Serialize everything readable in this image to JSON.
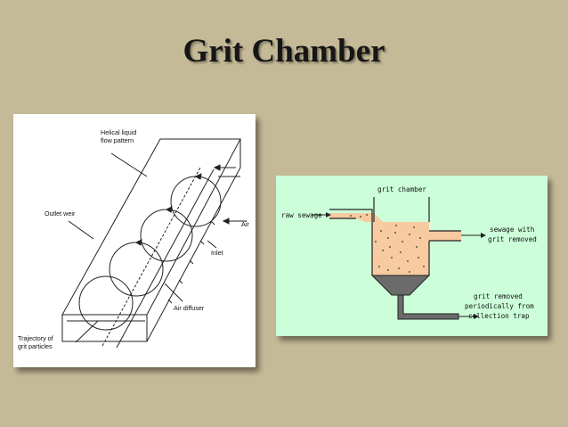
{
  "slide": {
    "title": "Grit Chamber",
    "colors": {
      "background": "#c5ba97",
      "panel_left": "#ffffff",
      "panel_right": "#ccffd9",
      "sewage": "#f7caa0",
      "grit_cone": "#6b6b6b"
    }
  },
  "left_diagram": {
    "labels": {
      "helical_line1": "Helical liquid",
      "helical_line2": "flow pattern",
      "outlet_weir": "Outlet weir",
      "air": "Air",
      "inlet": "Inlet",
      "air_diffuser": "Air diffuser",
      "trajectory_line1": "Trajectory of",
      "trajectory_line2": "grit particles"
    }
  },
  "right_diagram": {
    "labels": {
      "grit_chamber": "grit chamber",
      "raw_sewage": "raw sewage",
      "sewage_with_line1": "sewage with",
      "sewage_with_line2": "grit removed",
      "grit_removed_line1": "grit removed",
      "grit_removed_line2": "periodically from",
      "grit_removed_line3": "collection trap"
    }
  }
}
